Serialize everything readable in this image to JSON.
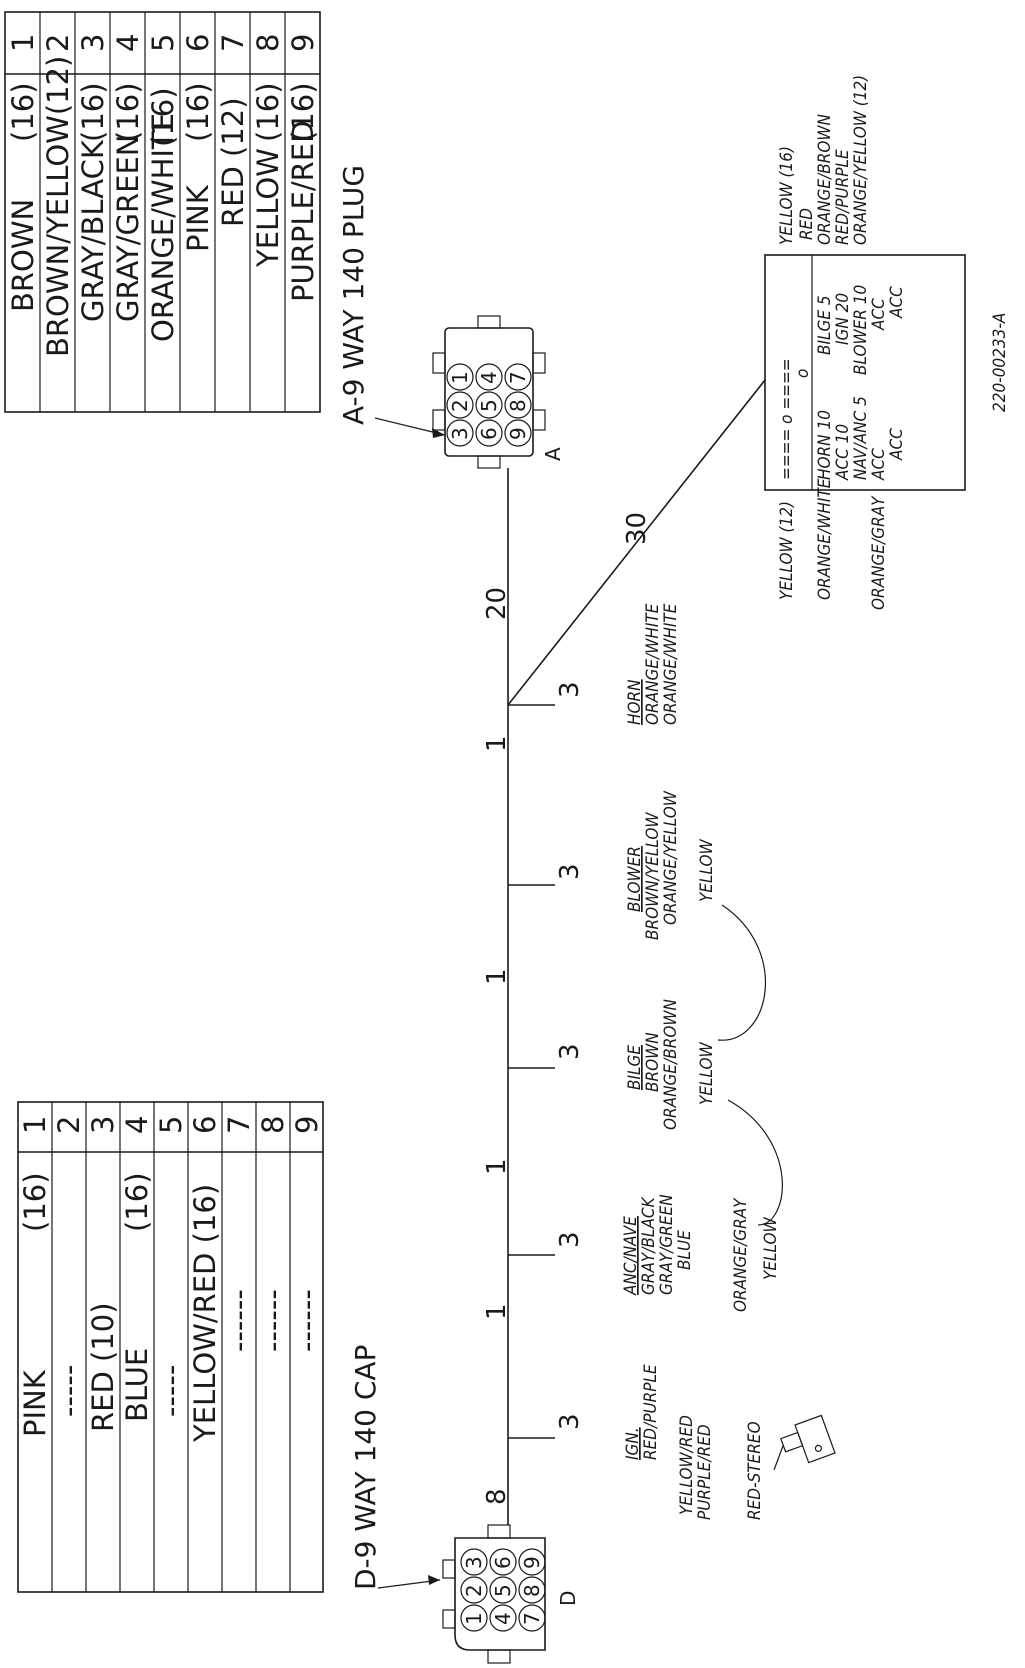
{
  "plug_table": {
    "rows": [
      {
        "color": "BROWN",
        "gauge": "(16)",
        "pin": "1"
      },
      {
        "color": "BROWN/YELLOW(12)",
        "gauge": "",
        "pin": "2"
      },
      {
        "color": "GRAY/BLACK",
        "gauge": "(16)",
        "pin": "3"
      },
      {
        "color": "GRAY/GREEN",
        "gauge": "(16)",
        "pin": "4"
      },
      {
        "color": "ORANGE/WHITE",
        "gauge": "(16)",
        "pin": "5"
      },
      {
        "color": "PINK",
        "gauge": "(16)",
        "pin": "6"
      },
      {
        "color": "RED (12)",
        "gauge": "",
        "pin": "7"
      },
      {
        "color": "YELLOW",
        "gauge": "(16)",
        "pin": "8"
      },
      {
        "color": "PURPLE/RED",
        "gauge": "(16)",
        "pin": "9"
      }
    ],
    "title": "A-9 WAY 140 PLUG"
  },
  "cap_table": {
    "rows": [
      {
        "color": "PINK",
        "gauge": "(16)",
        "pin": "1"
      },
      {
        "color": "-----",
        "gauge": "",
        "pin": "2"
      },
      {
        "color": "RED (10)",
        "gauge": "",
        "pin": "3"
      },
      {
        "color": "BLUE",
        "gauge": "(16)",
        "pin": "4"
      },
      {
        "color": "-----",
        "gauge": "",
        "pin": "5"
      },
      {
        "color": "YELLOW/RED (16)",
        "gauge": "",
        "pin": "6"
      },
      {
        "color": "------",
        "gauge": "",
        "pin": "7"
      },
      {
        "color": "------",
        "gauge": "",
        "pin": "8"
      },
      {
        "color": "------",
        "gauge": "",
        "pin": "9"
      }
    ],
    "title": "D-9 WAY 140 CAP"
  },
  "connector_a": {
    "letter": "A",
    "pins": [
      "1",
      "2",
      "3",
      "4",
      "5",
      "6",
      "7",
      "8",
      "9"
    ]
  },
  "connector_d": {
    "letter": "D",
    "pins": [
      "1",
      "2",
      "3",
      "4",
      "5",
      "6",
      "7",
      "8",
      "9"
    ]
  },
  "distances": {
    "d1": "20",
    "d2": "1",
    "d3": "1",
    "d4": "1",
    "d5": "1",
    "d6": "8",
    "d7": "30"
  },
  "branches": [
    {
      "length": "3",
      "lines": [
        "HORN",
        "ORANGE/WHITE",
        "ORANGE/WHITE"
      ]
    },
    {
      "length": "3",
      "lines": [
        "BLOWER",
        "BROWN/YELLOW",
        "ORANGE/YELLOW",
        "YELLOW"
      ]
    },
    {
      "length": "3",
      "lines": [
        "BILGE",
        "BROWN",
        "ORANGE/BROWN",
        "YELLOW"
      ]
    },
    {
      "length": "3",
      "lines": [
        "ANC/NAVE",
        "GRAY/BLACK",
        "GRAY/GREEN",
        "BLUE",
        "ORANGE/GRAY",
        "YELLOW"
      ]
    },
    {
      "length": "3",
      "lines": [
        "IGN.",
        "RED/PURPLE",
        "YELLOW/RED",
        "PURPLE/RED",
        "RED-STEREO"
      ]
    }
  ],
  "switch_panel": {
    "top_wires": [
      "YELLOW (16)",
      "RED",
      "ORANGE/BROWN",
      "RED/PURPLE",
      "ORANGE/YELLOW (12)"
    ],
    "bottom_wires": [
      "YELLOW (12)",
      "ORANGE/WHITE",
      "ORANGE/GRAY"
    ],
    "symbol_row": "====  o  ====",
    "symbol_row2": "o",
    "col1": [
      "HORN 10",
      "ACC     10",
      "NAV/ANC 5",
      "ACC",
      "ACC"
    ],
    "col2": [
      "BILGE 5",
      "IGN 20",
      "BLOWER 10",
      "ACC",
      "ACC"
    ],
    "part_number": "220-00233-A"
  }
}
